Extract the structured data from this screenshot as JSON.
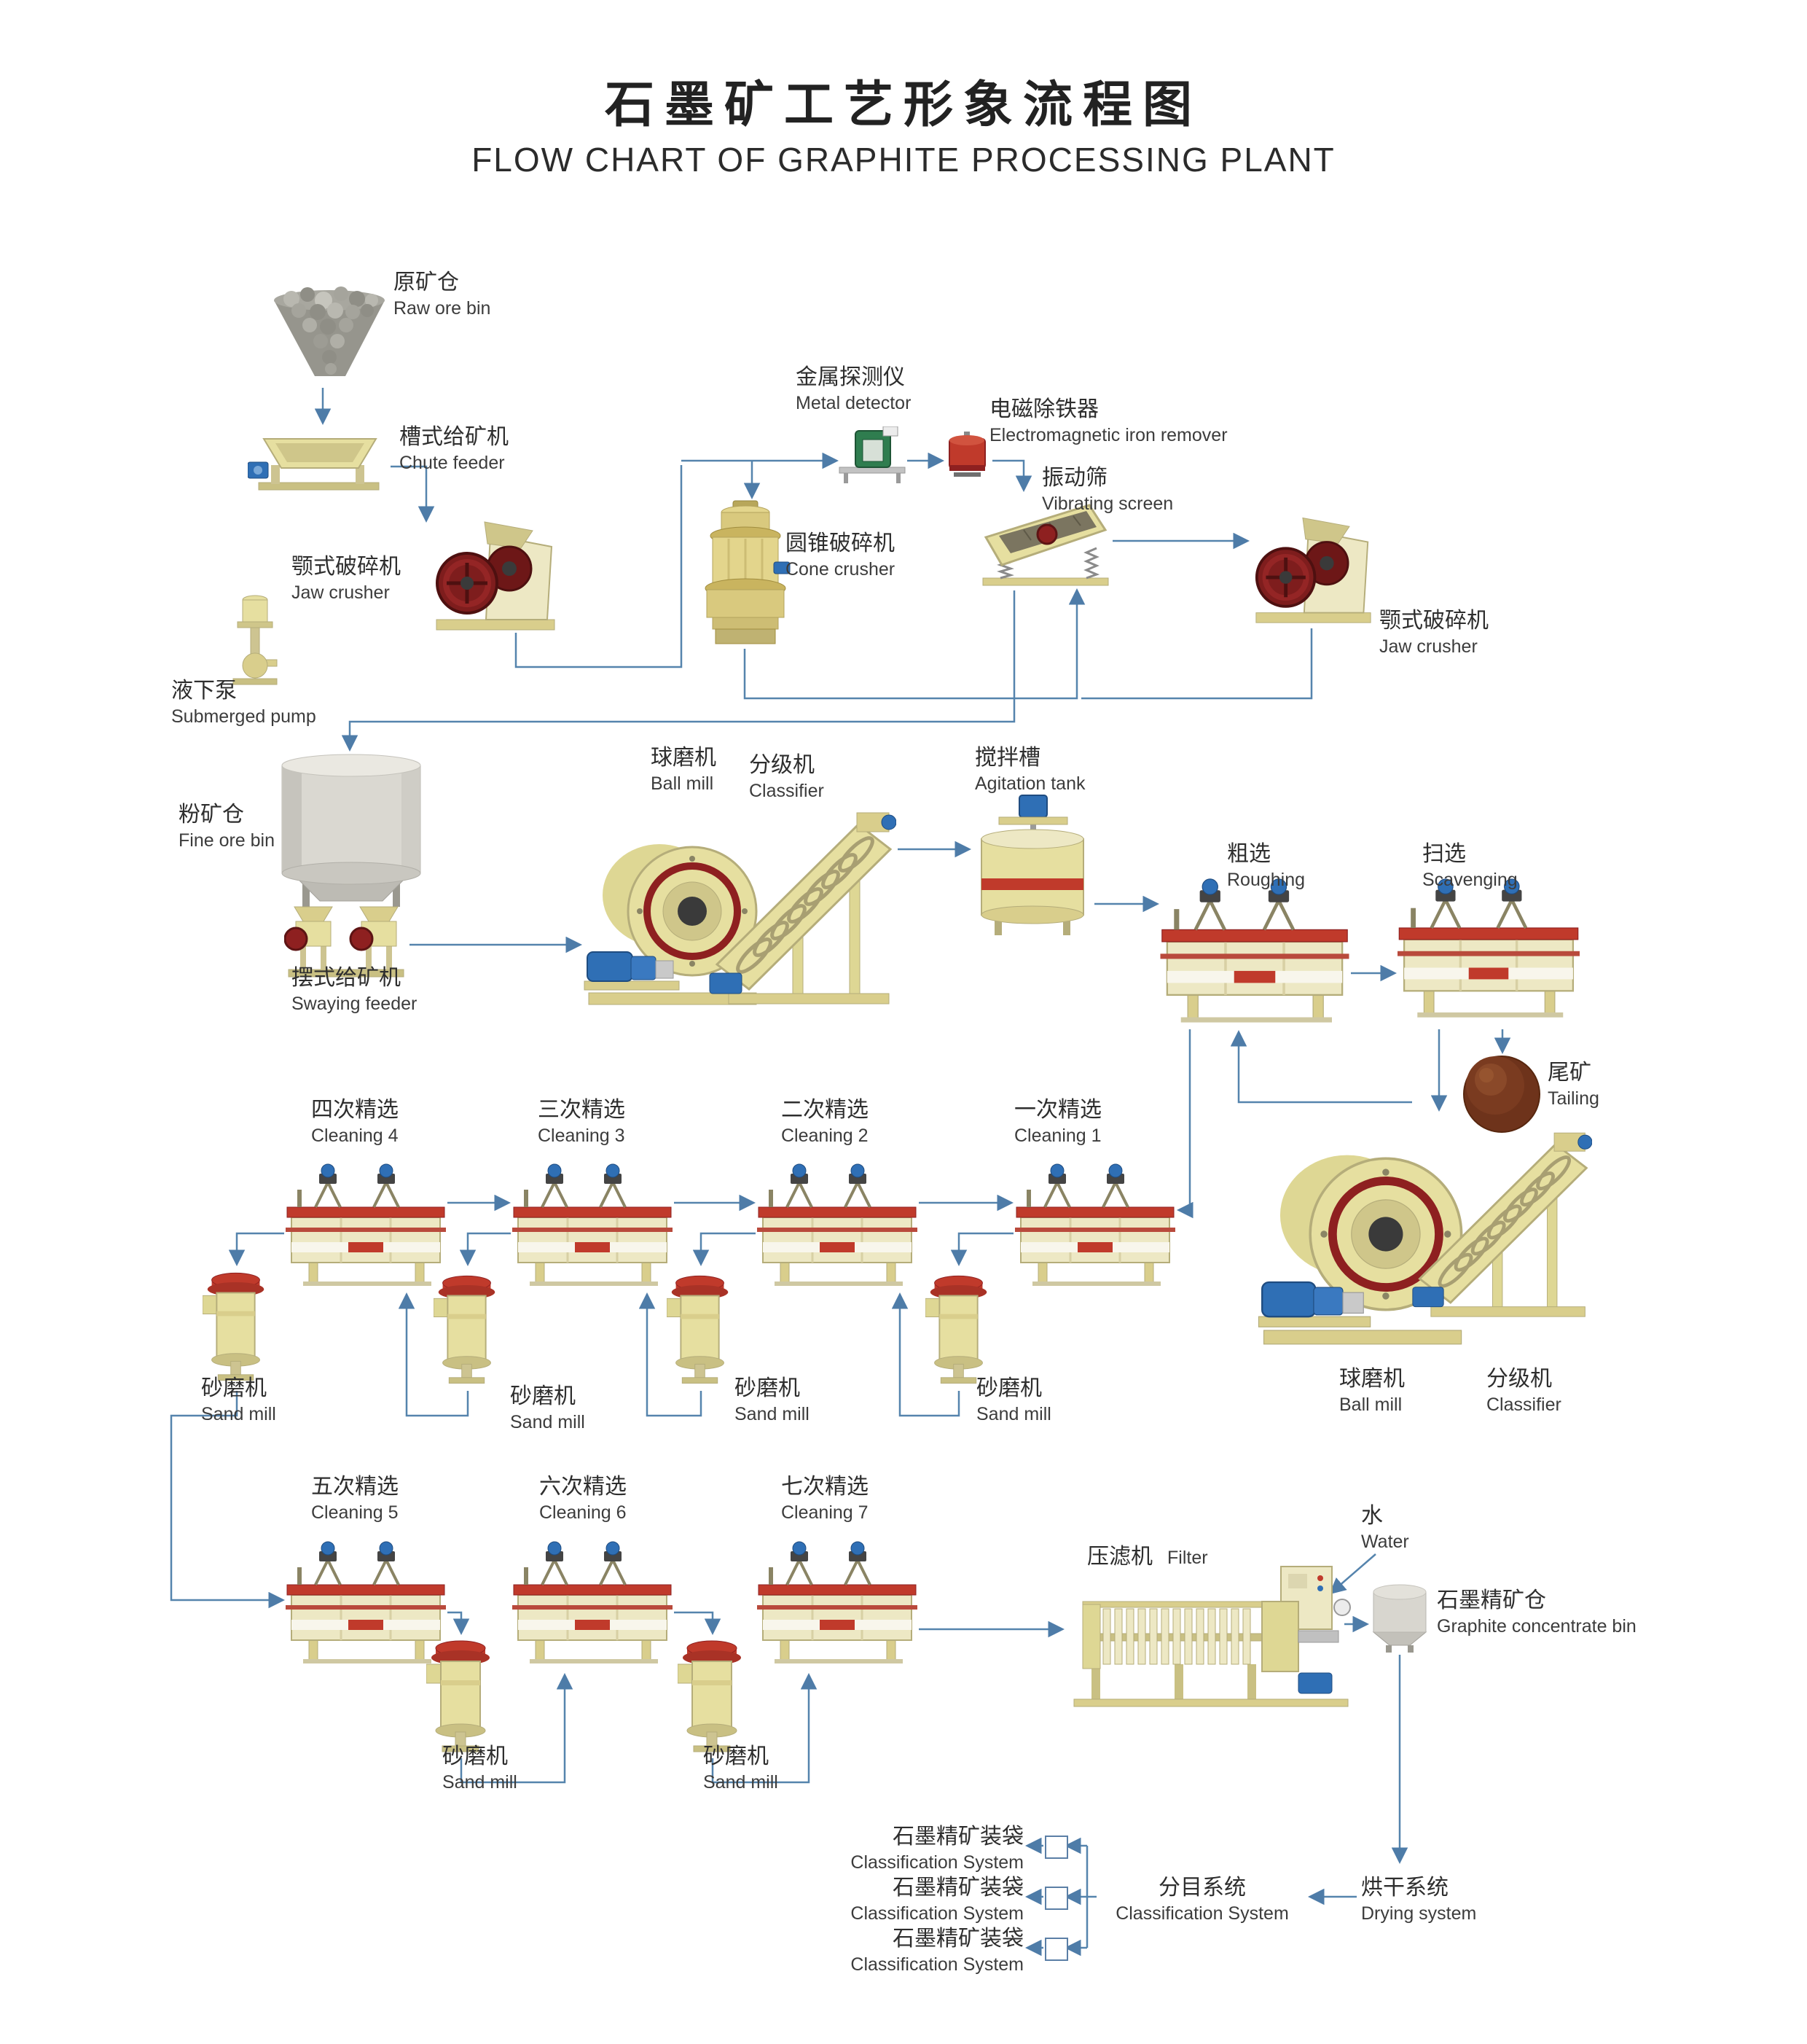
{
  "title": {
    "zh": "石墨矿工艺形象流程图",
    "en": "FLOW CHART OF GRAPHITE PROCESSING PLANT"
  },
  "labels": {
    "raw_ore_bin": {
      "zh": "原矿仓",
      "en": "Raw ore bin"
    },
    "chute_feeder": {
      "zh": "槽式给矿机",
      "en": "Chute feeder"
    },
    "jaw_crusher_1": {
      "zh": "颚式破碎机",
      "en": "Jaw  crusher"
    },
    "metal_detector": {
      "zh": "金属探测仪",
      "en": "Metal detector"
    },
    "iron_remover": {
      "zh": "电磁除铁器",
      "en": "Electromagnetic iron remover"
    },
    "cone_crusher": {
      "zh": "圆锥破碎机",
      "en": "Cone crusher"
    },
    "vibrating_screen": {
      "zh": "振动筛",
      "en": "Vibrating screen"
    },
    "jaw_crusher_2": {
      "zh": "颚式破碎机",
      "en": "Jaw crusher"
    },
    "submerged_pump": {
      "zh": "液下泵",
      "en": "Submerged pump"
    },
    "fine_ore_bin": {
      "zh": "粉矿仓",
      "en": "Fine ore bin"
    },
    "swaying_feeder": {
      "zh": "摆式给矿机",
      "en": "Swaying feeder"
    },
    "ball_mill_1": {
      "zh": "球磨机",
      "en": "Ball mill"
    },
    "classifier_1": {
      "zh": "分级机",
      "en": "Classifier"
    },
    "agitation_tank": {
      "zh": "搅拌槽",
      "en": "Agitation tank"
    },
    "roughing": {
      "zh": "粗选",
      "en": "Roughing"
    },
    "scavenging": {
      "zh": "扫选",
      "en": "Scavenging"
    },
    "tailing": {
      "zh": "尾矿",
      "en": "Tailing"
    },
    "ball_mill_2": {
      "zh": "球磨机",
      "en": "Ball mill"
    },
    "classifier_2": {
      "zh": "分级机",
      "en": "Classifier"
    },
    "cleaning_1": {
      "zh": "一次精选",
      "en": "Cleaning 1"
    },
    "cleaning_2": {
      "zh": "二次精选",
      "en": "Cleaning 2"
    },
    "cleaning_3": {
      "zh": "三次精选",
      "en": "Cleaning 3"
    },
    "cleaning_4": {
      "zh": "四次精选",
      "en": "Cleaning 4"
    },
    "cleaning_5": {
      "zh": "五次精选",
      "en": "Cleaning 5"
    },
    "cleaning_6": {
      "zh": "六次精选",
      "en": "Cleaning 6"
    },
    "cleaning_7": {
      "zh": "七次精选",
      "en": "Cleaning 7"
    },
    "sand_mill": {
      "zh": "砂磨机",
      "en": "Sand mill"
    },
    "filter": {
      "zh": "压滤机",
      "en": "Filter"
    },
    "water": {
      "zh": "水",
      "en": "Water"
    },
    "concentrate_bin": {
      "zh": "石墨精矿仓",
      "en": "Graphite concentrate bin"
    },
    "bagging": {
      "zh": "石墨精矿装袋",
      "en": "Classification System"
    },
    "classification": {
      "zh": "分目系统",
      "en": "Classification System"
    },
    "drying": {
      "zh": "烘干系统",
      "en": "Drying system"
    }
  },
  "colors": {
    "flow_line": "#5584AD",
    "machine_body": "#EDE8C4",
    "machine_shade": "#D9CE8C",
    "accent_red": "#C03A2B",
    "flywheel_red": "#7E1D1D",
    "motor_blue": "#2F6FB5",
    "detector_green": "#2F7D4F",
    "silo_gray": "#DAD8D1",
    "tailing_brown": "#7A3B20",
    "title_text": "#222222"
  }
}
